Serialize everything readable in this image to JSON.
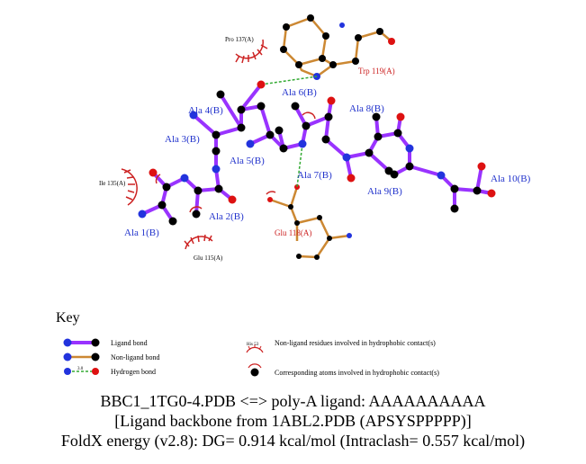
{
  "residue_labels": {
    "ala1": "Ala 1(B)",
    "ala2": "Ala 2(B)",
    "ala3": "Ala 3(B)",
    "ala4": "Ala 4(B)",
    "ala5": "Ala 5(B)",
    "ala6": "Ala 6(B)",
    "ala7": "Ala 7(B)",
    "ala8": "Ala 8(B)",
    "ala9": "Ala 9(B)",
    "ala10": "Ala 10(B)",
    "trp119": "Trp 119(A)",
    "glu118": "Glu 118(A)",
    "pro137": "Pro 137(A)",
    "ile135": "Ile 135(A)",
    "glu115": "Glu 115(A)"
  },
  "key": {
    "title": "Key",
    "ligand_bond": "Ligand bond",
    "non_ligand_bond": "Non-ligand bond",
    "hydrogen_bond": "Hydrogen bond",
    "hbond_length": "3.0",
    "hydrophobic_example": "His 53",
    "hydrophobic_residues": "Non-ligand residues involved in hydrophobic contact(s)",
    "hydrophobic_atoms": "Corresponding atoms involved in hydrophobic contact(s)"
  },
  "caption": {
    "line1": "BBC1_1TG0-4.PDB <=> poly-A ligand: AAAAAAAAAA",
    "line2": "[Ligand backbone from 1ABL2.PDB (APSYSPPPPP)]",
    "line3": "FoldX energy (v2.8): DG= 0.914 kcal/mol (Intraclash= 0.557 kcal/mol)"
  },
  "colors": {
    "ligand_bond": "#9933ff",
    "non_ligand_bond": "#cc8833",
    "hydrogen_bond": "#33aa33",
    "carbon": "#000000",
    "nitrogen": "#2233dd",
    "oxygen": "#dd1111",
    "hydrophobic": "#cc2222",
    "residue_label_ligand": "#2233cc",
    "residue_label_other": "#cc2222"
  }
}
